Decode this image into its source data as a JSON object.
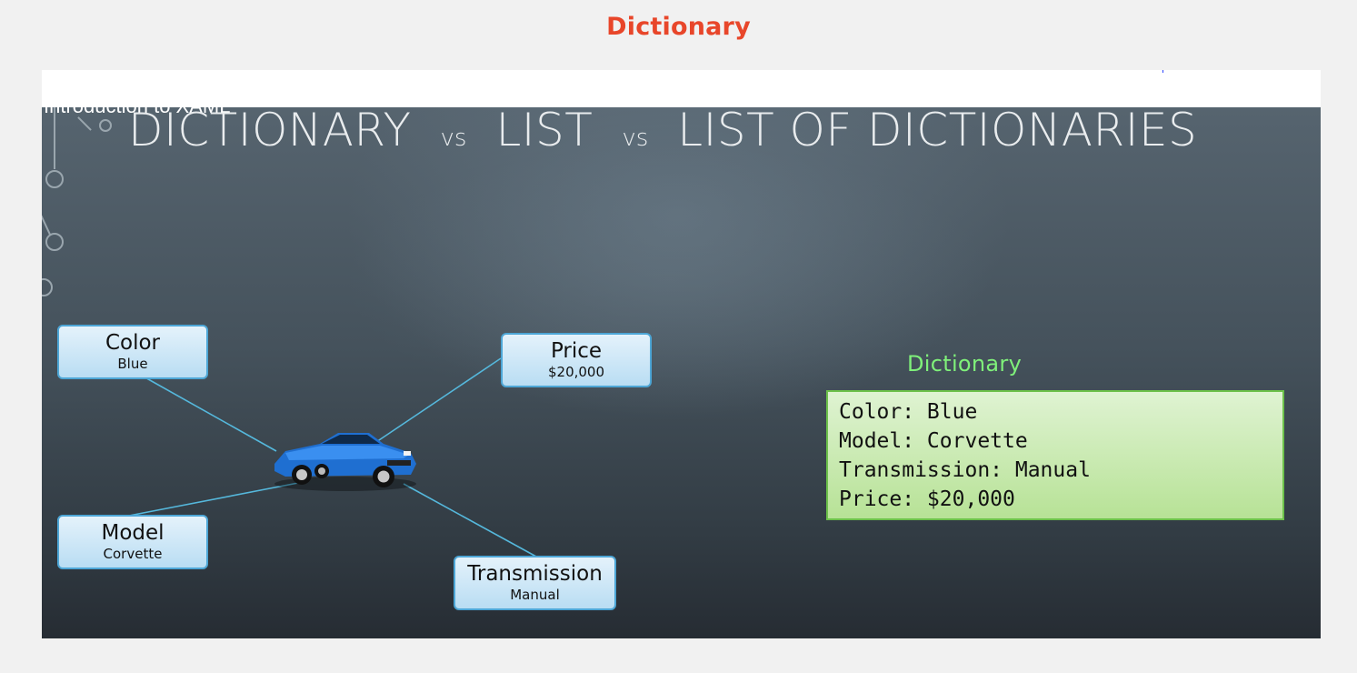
{
  "page": {
    "heading": "Dictionary",
    "heading_color": "#e8462a"
  },
  "slide": {
    "cut_off_text": "Introduction to XAML",
    "title": {
      "part1": "DICTIONARY",
      "sep1": "vs",
      "part2": "LIST",
      "sep2": "vs",
      "part3": "LIST OF DICTIONARIES"
    },
    "car_icon": "car-icon",
    "keys": [
      {
        "key": "Color",
        "value": "Blue"
      },
      {
        "key": "Price",
        "value": "$20,000"
      },
      {
        "key": "Model",
        "value": "Corvette"
      },
      {
        "key": "Transmission",
        "value": "Manual"
      }
    ],
    "dictionary_label": "Dictionary",
    "dictionary_lines": [
      "Color: Blue",
      "Model: Corvette",
      "Transmission: Manual",
      "Price: $20,000"
    ],
    "colors": {
      "key_box_border": "#4da6d6",
      "dict_label": "#7ff07a",
      "dict_box_border": "#6cc14a"
    }
  }
}
